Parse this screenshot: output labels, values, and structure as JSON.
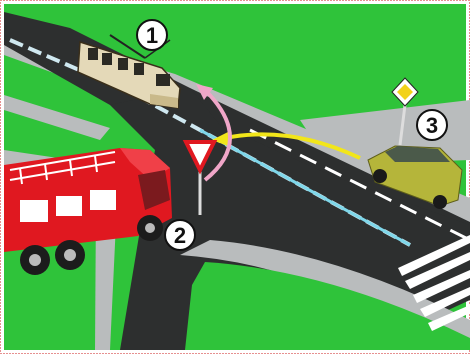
{
  "scene": {
    "labels": {
      "tram": "1",
      "fire_truck": "2",
      "car": "3"
    },
    "colors": {
      "grass": "#2fc33a",
      "asphalt": "#2d2f2f",
      "sidewalk": "#b9bcbd",
      "tram_line": "#cfe8f0",
      "yellow_path": "#f2e61a",
      "pink_path": "#f0a6c8"
    },
    "icons": {
      "yield_sign": "triangle-yield-icon",
      "priority_sign": "diamond-priority-icon"
    }
  }
}
